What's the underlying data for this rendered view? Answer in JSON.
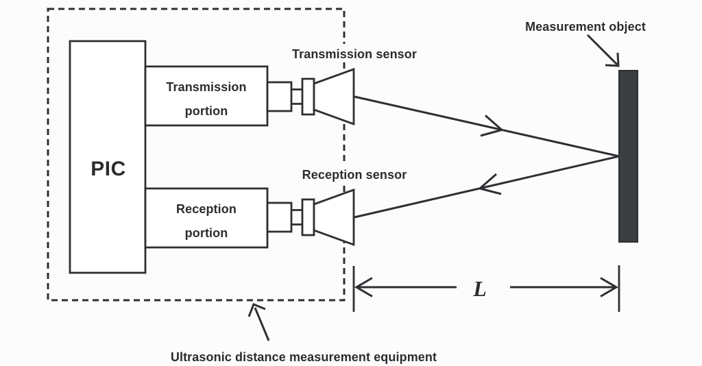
{
  "colors": {
    "line": "#2d2f32",
    "text": "#2a2c2e",
    "bg": "#fcfcfd",
    "object_fill": "#3b3e41"
  },
  "equipment": {
    "pic_label": "PIC",
    "transmission_portion": [
      "Transmission",
      "portion"
    ],
    "reception_portion": [
      "Reception",
      "portion"
    ],
    "caption": "Ultrasonic distance measurement equipment"
  },
  "sensors": {
    "transmission_label": "Transmission sensor",
    "reception_label": "Reception sensor"
  },
  "target": {
    "label": "Measurement object"
  },
  "dimension": {
    "label": "L"
  }
}
